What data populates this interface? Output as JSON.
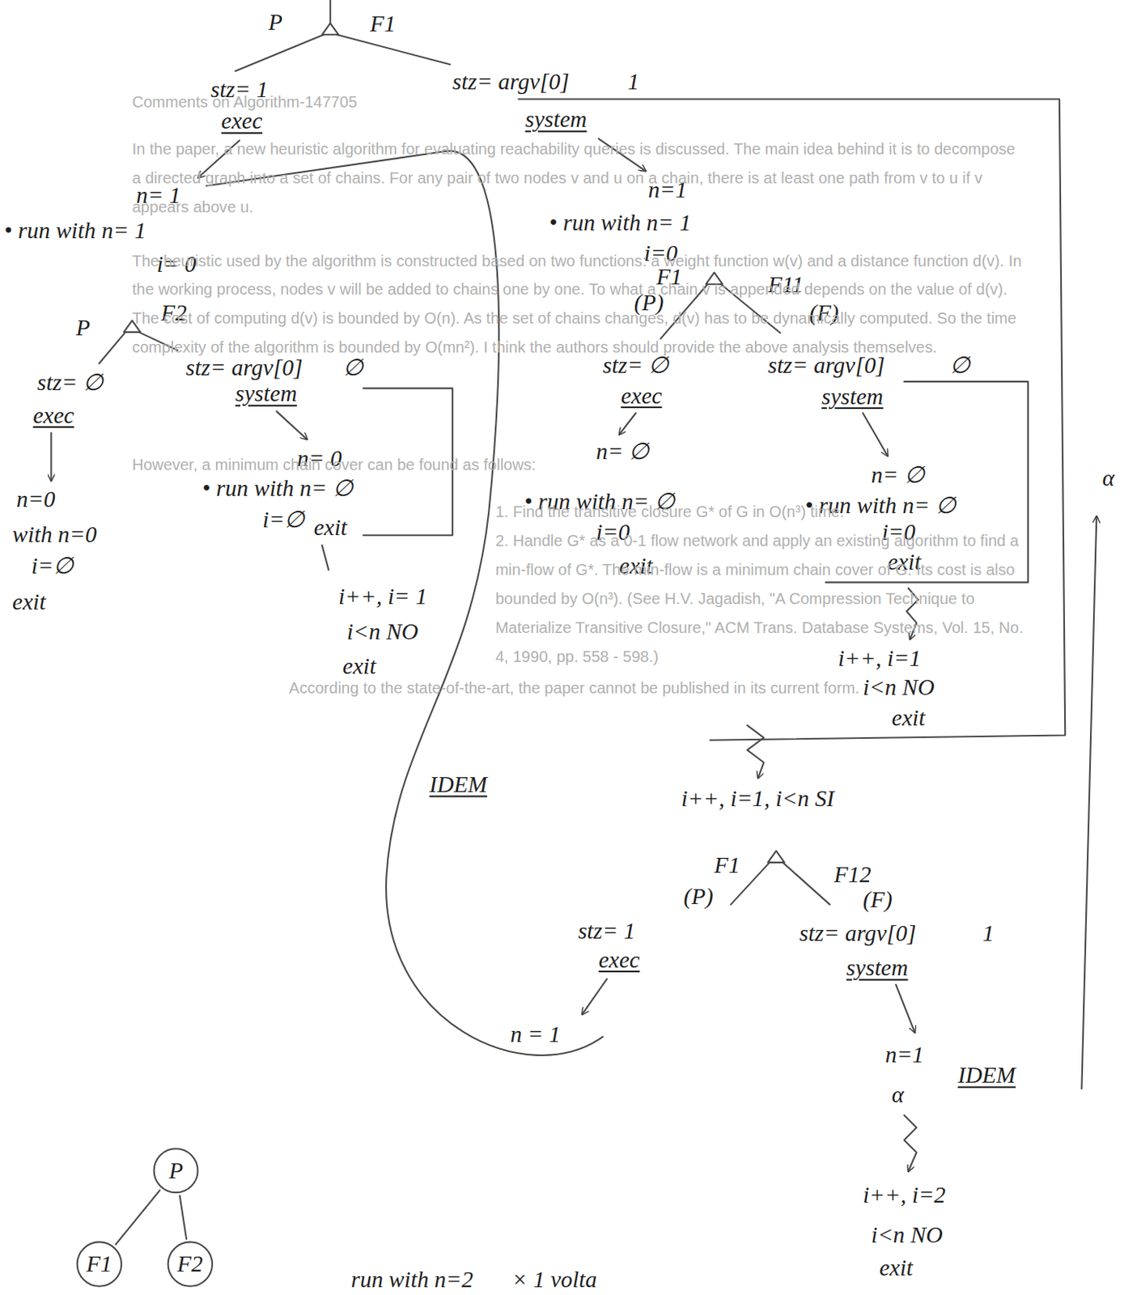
{
  "diagram": {
    "nodes": [
      {
        "text": [
          "P"
        ]
      },
      {
        "text": [
          "F1"
        ]
      },
      {
        "text": [
          "F2"
        ]
      }
    ],
    "edges": [
      {
        "from": 0,
        "to": 1,
        "arrow": "none"
      },
      {
        "from": 0,
        "to": 2,
        "arrow": "none"
      }
    ],
    "labels": [
      "P",
      "F1",
      "stz= 1",
      "exec",
      "stz= argv[0]",
      "1",
      "system",
      "n= 1",
      "• run with n= 1",
      "i= 0",
      "n=1",
      "• run with n= 1",
      "i=0",
      "P",
      "F2",
      "stz= ∅",
      "exec",
      "stz= argv[0]",
      "∅",
      "system",
      "n=0",
      "with n=0",
      "i=∅",
      "exit",
      "n= 0",
      "• run with n= ∅",
      "i=∅",
      "exit",
      "i++, i= 1",
      "i<n  NO",
      "exit",
      "F1",
      "(P)",
      "F11",
      "(F)",
      "stz= ∅",
      "exec",
      "stz= argv[0]",
      "∅",
      "system",
      "n= ∅",
      "• run with n= ∅",
      "i=0",
      "exit",
      "n= ∅",
      "• run with n= ∅",
      "i=0",
      "exit",
      "α",
      "i++, i=1",
      "i<n NO",
      "exit",
      "i++, i=1, i<n SI",
      "IDEM",
      "F1",
      "(P)",
      "F12",
      "(F)",
      "stz= 1",
      "exec",
      "stz= argv[0]",
      "1",
      "system",
      "n = 1",
      "n=1",
      "α",
      "IDEM",
      "i++, i=2",
      "i<n NO",
      "exit",
      "run with n=2",
      "× 1 volta",
      "Comments on Algorithm-147705",
      "In the paper, a new heuristic algorithm for evaluating reachability queries is discussed. The main idea behind it is to decompose a directed graph into a set of chains. For any pair of two nodes v and u on a chain, there is at least one path from v to u if v appears above u.",
      "The heuristic used by the algorithm is constructed based on two functions: a weight function w(v) and a distance function d(v). In the working process, nodes v will be added to chains one by one. To what a chain v is appended depends on the value of d(v). The cost of computing d(v) is bounded by O(n). As the set of chains changes, d(v) has to be dynamically computed. So the time complexity of the algorithm is bounded by O(mn²). I think the authors should provide the above analysis themselves.",
      "However, a minimum chain cover can be found as follows:",
      "1. Find the transitive closure G* of G in O(n³) time.",
      "2. Handle G* as a 0-1 flow network and apply an existing algorithm to find a min-flow of G*. The min-flow is a minimum chain cover of G. Its cost is also bounded by O(n³). (See H.V. Jagadish, \"A Compression Technique to Materialize Transitive Closure,\" ACM Trans. Database Systems, Vol. 15, No. 4, 1990, pp. 558 - 598.)",
      "According to the state-of-the-art, the paper cannot be published in its current form."
    ]
  }
}
